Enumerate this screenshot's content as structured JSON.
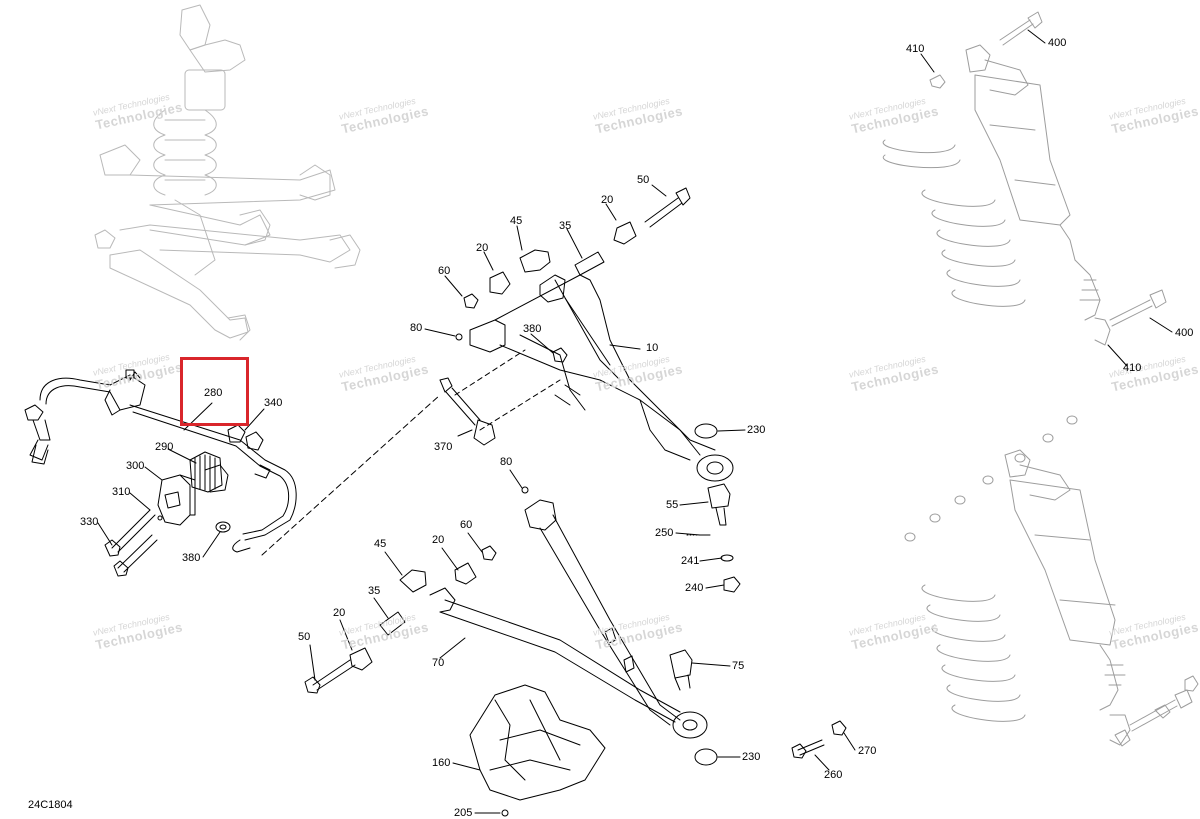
{
  "diagram": {
    "document_code": "24C1804",
    "highlighted_callout": "280",
    "watermark": {
      "line1": "vNext Technologies",
      "line2": "Technologies"
    },
    "callouts": [
      {
        "id": "c400a",
        "label": "400"
      },
      {
        "id": "c410a",
        "label": "410"
      },
      {
        "id": "c50a",
        "label": "50"
      },
      {
        "id": "c20a",
        "label": "20"
      },
      {
        "id": "c45a",
        "label": "45"
      },
      {
        "id": "c35a",
        "label": "35"
      },
      {
        "id": "c20b",
        "label": "20"
      },
      {
        "id": "c60a",
        "label": "60"
      },
      {
        "id": "c80a",
        "label": "80"
      },
      {
        "id": "c380a",
        "label": "380"
      },
      {
        "id": "c10",
        "label": "10"
      },
      {
        "id": "c280",
        "label": "280"
      },
      {
        "id": "c340",
        "label": "340"
      },
      {
        "id": "c290",
        "label": "290"
      },
      {
        "id": "c300",
        "label": "300"
      },
      {
        "id": "c310",
        "label": "310"
      },
      {
        "id": "c330",
        "label": "330"
      },
      {
        "id": "c380b",
        "label": "380"
      },
      {
        "id": "c370",
        "label": "370"
      },
      {
        "id": "c230a",
        "label": "230"
      },
      {
        "id": "c80b",
        "label": "80"
      },
      {
        "id": "c55",
        "label": "55"
      },
      {
        "id": "c250",
        "label": "250"
      },
      {
        "id": "c241",
        "label": "241"
      },
      {
        "id": "c240",
        "label": "240"
      },
      {
        "id": "c45b",
        "label": "45"
      },
      {
        "id": "c20c",
        "label": "20"
      },
      {
        "id": "c60b",
        "label": "60"
      },
      {
        "id": "c35b",
        "label": "35"
      },
      {
        "id": "c20d",
        "label": "20"
      },
      {
        "id": "c50b",
        "label": "50"
      },
      {
        "id": "c70",
        "label": "70"
      },
      {
        "id": "c75",
        "label": "75"
      },
      {
        "id": "c160",
        "label": "160"
      },
      {
        "id": "c230b",
        "label": "230"
      },
      {
        "id": "c205",
        "label": "205"
      },
      {
        "id": "c270",
        "label": "270"
      },
      {
        "id": "c260",
        "label": "260"
      },
      {
        "id": "c400b",
        "label": "400"
      },
      {
        "id": "c410b",
        "label": "410"
      }
    ]
  }
}
